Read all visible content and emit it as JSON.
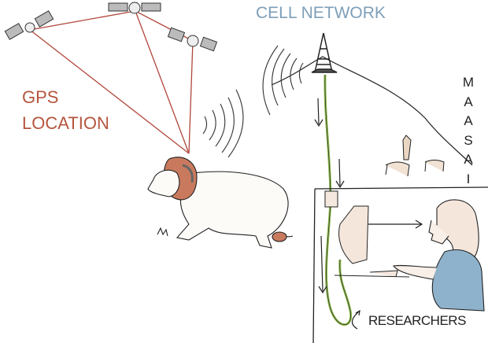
{
  "labels": {
    "gps_line1": "GPS",
    "gps_line2": "LOCATION",
    "cell_network": "CELL NETWORK",
    "maasai": [
      "M",
      "A",
      "A",
      "S",
      "A",
      "I"
    ],
    "researchers": "RESEARCHERS"
  },
  "colors": {
    "gps": "#b5553e",
    "cell": "#7e9fb8",
    "cable": "#8fbf4a",
    "shirt": "#8fb2cc"
  }
}
